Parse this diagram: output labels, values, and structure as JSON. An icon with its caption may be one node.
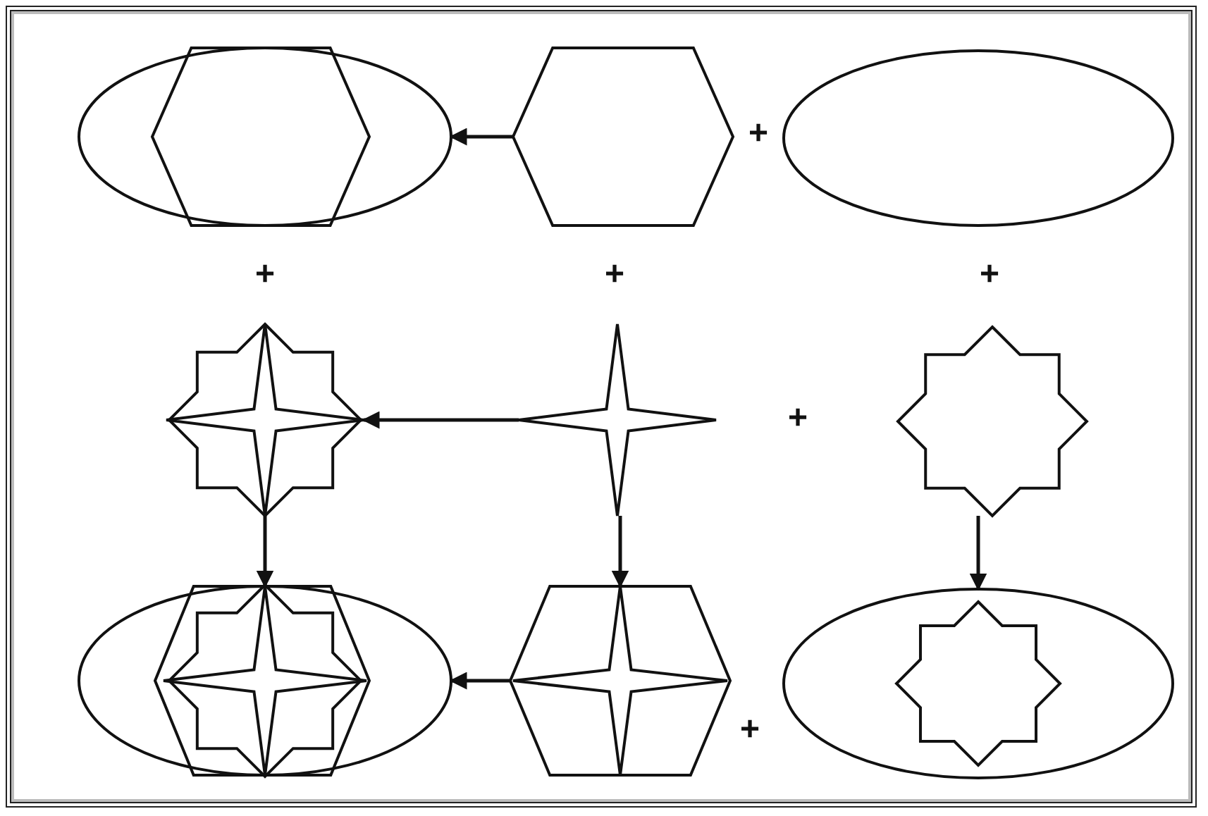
{
  "diagram": {
    "nodes": [
      {
        "text": [],
        "shape": "picture"
      },
      {
        "text": [],
        "shape": "hexagon"
      },
      {
        "text": [],
        "shape": "ellipse"
      },
      {
        "text": [],
        "shape": "picture"
      },
      {
        "text": [],
        "shape": "star"
      },
      {
        "text": [],
        "shape": "star"
      },
      {
        "text": [],
        "shape": "picture"
      },
      {
        "text": [],
        "shape": "picture"
      },
      {
        "text": [],
        "shape": "picture"
      }
    ],
    "edges": [
      {
        "from": 1,
        "to": 0,
        "arrow": "to"
      },
      {
        "from": 4,
        "to": 3,
        "arrow": "to"
      },
      {
        "from": 3,
        "to": 6,
        "arrow": "to"
      },
      {
        "from": 4,
        "to": 7,
        "arrow": "to"
      },
      {
        "from": 5,
        "to": 8,
        "arrow": "to"
      },
      {
        "from": 7,
        "to": 6,
        "arrow": "to"
      }
    ],
    "labels": [
      "+",
      "+",
      "+",
      "+",
      "+",
      "+"
    ]
  }
}
